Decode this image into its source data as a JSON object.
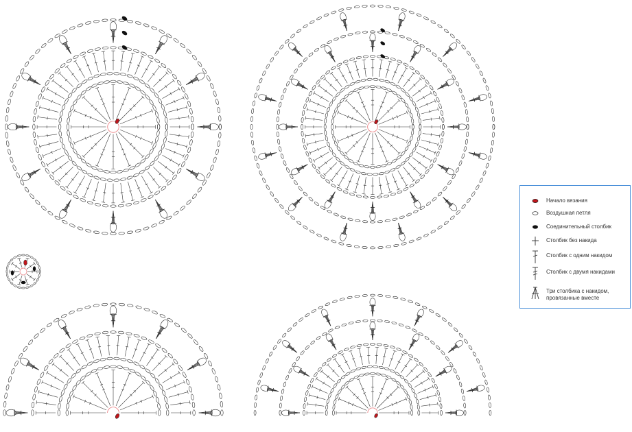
{
  "legend": {
    "items": [
      {
        "symbol": "start-icon",
        "label": "Начало вязания"
      },
      {
        "symbol": "chain-stitch-icon",
        "label": "Воздушная петля"
      },
      {
        "symbol": "slip-stitch-icon",
        "label": "Соединительный столбик"
      },
      {
        "symbol": "single-crochet-icon",
        "label": "Столбик без накида"
      },
      {
        "symbol": "double-crochet-icon",
        "label": "Столбик с одним накидом"
      },
      {
        "symbol": "treble-crochet-icon",
        "label": "Столбик с двумя накидами"
      },
      {
        "symbol": "three-dc-together-icon",
        "label": "Три столбика с накидом, провязанные вместе"
      }
    ]
  },
  "colors": {
    "stitch": "#333333",
    "start": "#c0151b",
    "ring": "#e8777a",
    "legend_border": "#4a90d9"
  }
}
